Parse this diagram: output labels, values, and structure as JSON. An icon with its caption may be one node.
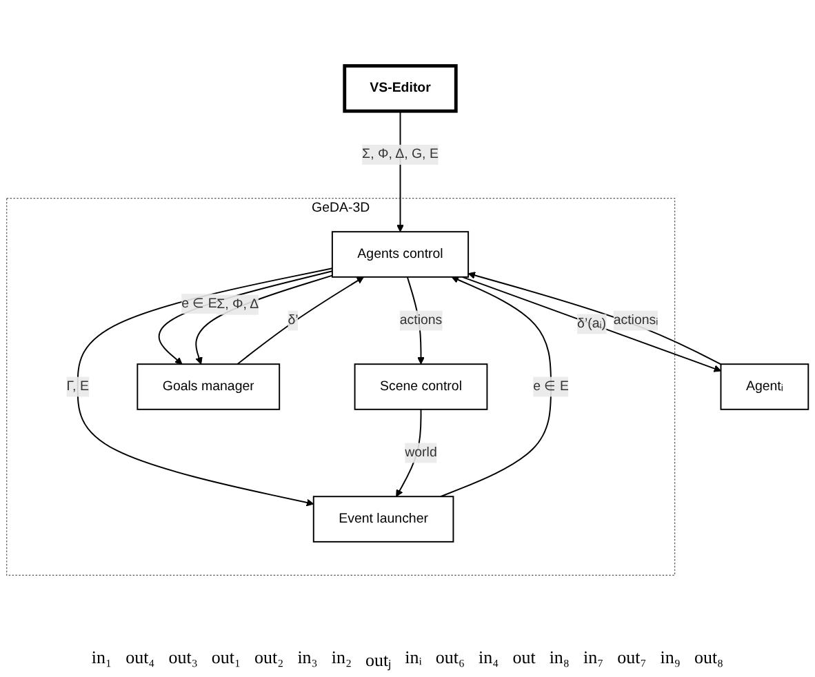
{
  "diagram": {
    "nodes": [
      {
        "text": [
          "VS-Editor"
        ]
      },
      {
        "text": [
          "GeDA-3D"
        ]
      },
      {
        "text": [
          "Agents control"
        ],
        "in": 1
      },
      {
        "text": [
          "Scene control"
        ],
        "in": 1
      },
      {
        "text": [
          "Goals manager"
        ],
        "in": 1
      },
      {
        "text": [
          "Event launcher"
        ],
        "in": 1
      },
      {
        "text": [
          "Agentᵢ"
        ]
      }
    ],
    "edges": [
      {
        "from": 0,
        "to": 2,
        "arrow": "to",
        "label": "Σ, Φ, Δ, G, E"
      },
      {
        "from": 2,
        "to": 4,
        "arrow": "to",
        "label": "e ∈ E"
      },
      {
        "from": 2,
        "to": 4,
        "arrow": "to",
        "label": "Σ, Φ, Δ"
      },
      {
        "from": 4,
        "to": 2,
        "arrow": "to",
        "label": "δ’"
      },
      {
        "from": 2,
        "to": 3,
        "arrow": "to",
        "label": "actions"
      },
      {
        "from": 2,
        "to": 5,
        "arrow": "to",
        "label": "Γ, E"
      },
      {
        "from": 5,
        "to": 2,
        "arrow": "to",
        "label": "e ∈ E"
      },
      {
        "from": 3,
        "to": 5,
        "arrow": "to",
        "label": "world"
      },
      {
        "from": 2,
        "to": 6,
        "arrow": "to",
        "label": "δ’(aᵢ)"
      },
      {
        "from": 6,
        "to": 2,
        "arrow": "to",
        "label": "actionsᵢ"
      }
    ],
    "labels": [
      "in₁",
      "out₄",
      "out₃",
      "out₁",
      "out₂",
      "in₃",
      "in₂",
      "outⱼ",
      "inᵢ",
      "out₆",
      "in₄",
      "out",
      "in₈",
      "in₇",
      "out₇",
      "in₉",
      "out₈"
    ]
  }
}
